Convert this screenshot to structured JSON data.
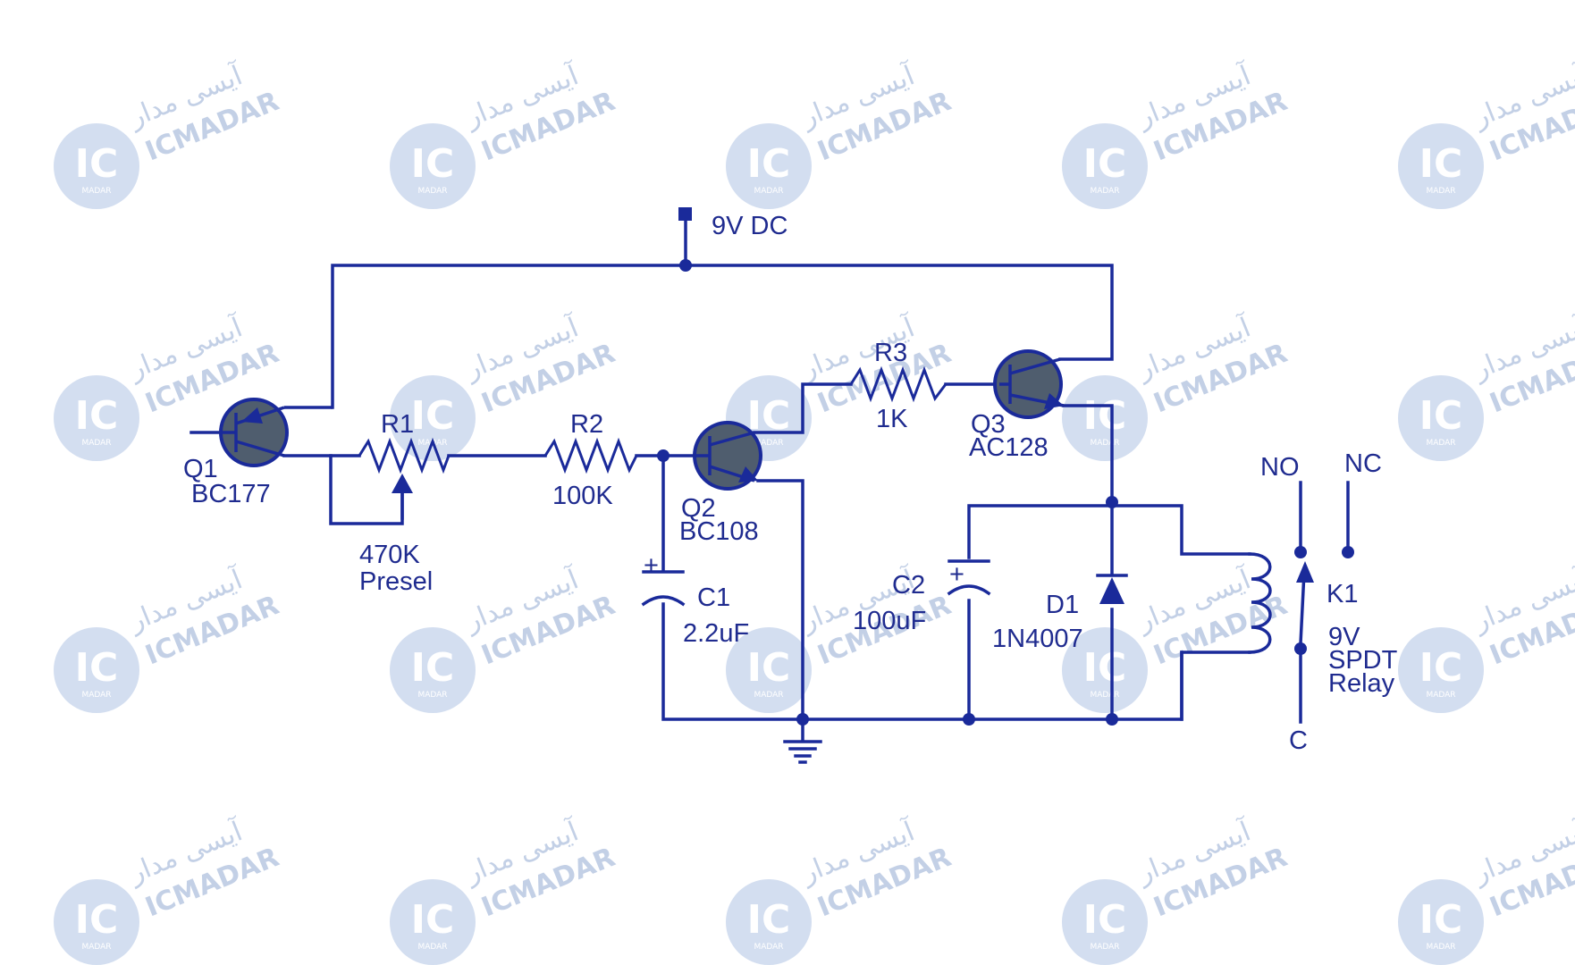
{
  "watermark": {
    "brand": "ICMADAR",
    "brand_fa": "آیسی مدار",
    "logo": "IC",
    "logo_sub": "MADAR"
  },
  "circuit": {
    "supply": "9V DC",
    "q1": {
      "ref": "Q1",
      "part": "BC177"
    },
    "q2": {
      "ref": "Q2",
      "part": "BC108"
    },
    "q3": {
      "ref": "Q3",
      "part": "AC128"
    },
    "r1": {
      "ref": "R1",
      "value": "470K",
      "note": "Presel"
    },
    "r2": {
      "ref": "R2",
      "value": "100K"
    },
    "r3": {
      "ref": "R3",
      "value": "1K"
    },
    "c1": {
      "ref": "C1",
      "value": "2.2uF"
    },
    "c2": {
      "ref": "C2",
      "value": "100uF"
    },
    "d1": {
      "ref": "D1",
      "part": "1N4007"
    },
    "k1": {
      "ref": "K1",
      "line1": "9V",
      "line2": "SPDT",
      "line3": "Relay",
      "no": "NO",
      "nc": "NC",
      "c": "C"
    },
    "polarity_plus": "+"
  },
  "colors": {
    "ink": "#1a2a9a",
    "watermark": "#c3d0e6"
  }
}
